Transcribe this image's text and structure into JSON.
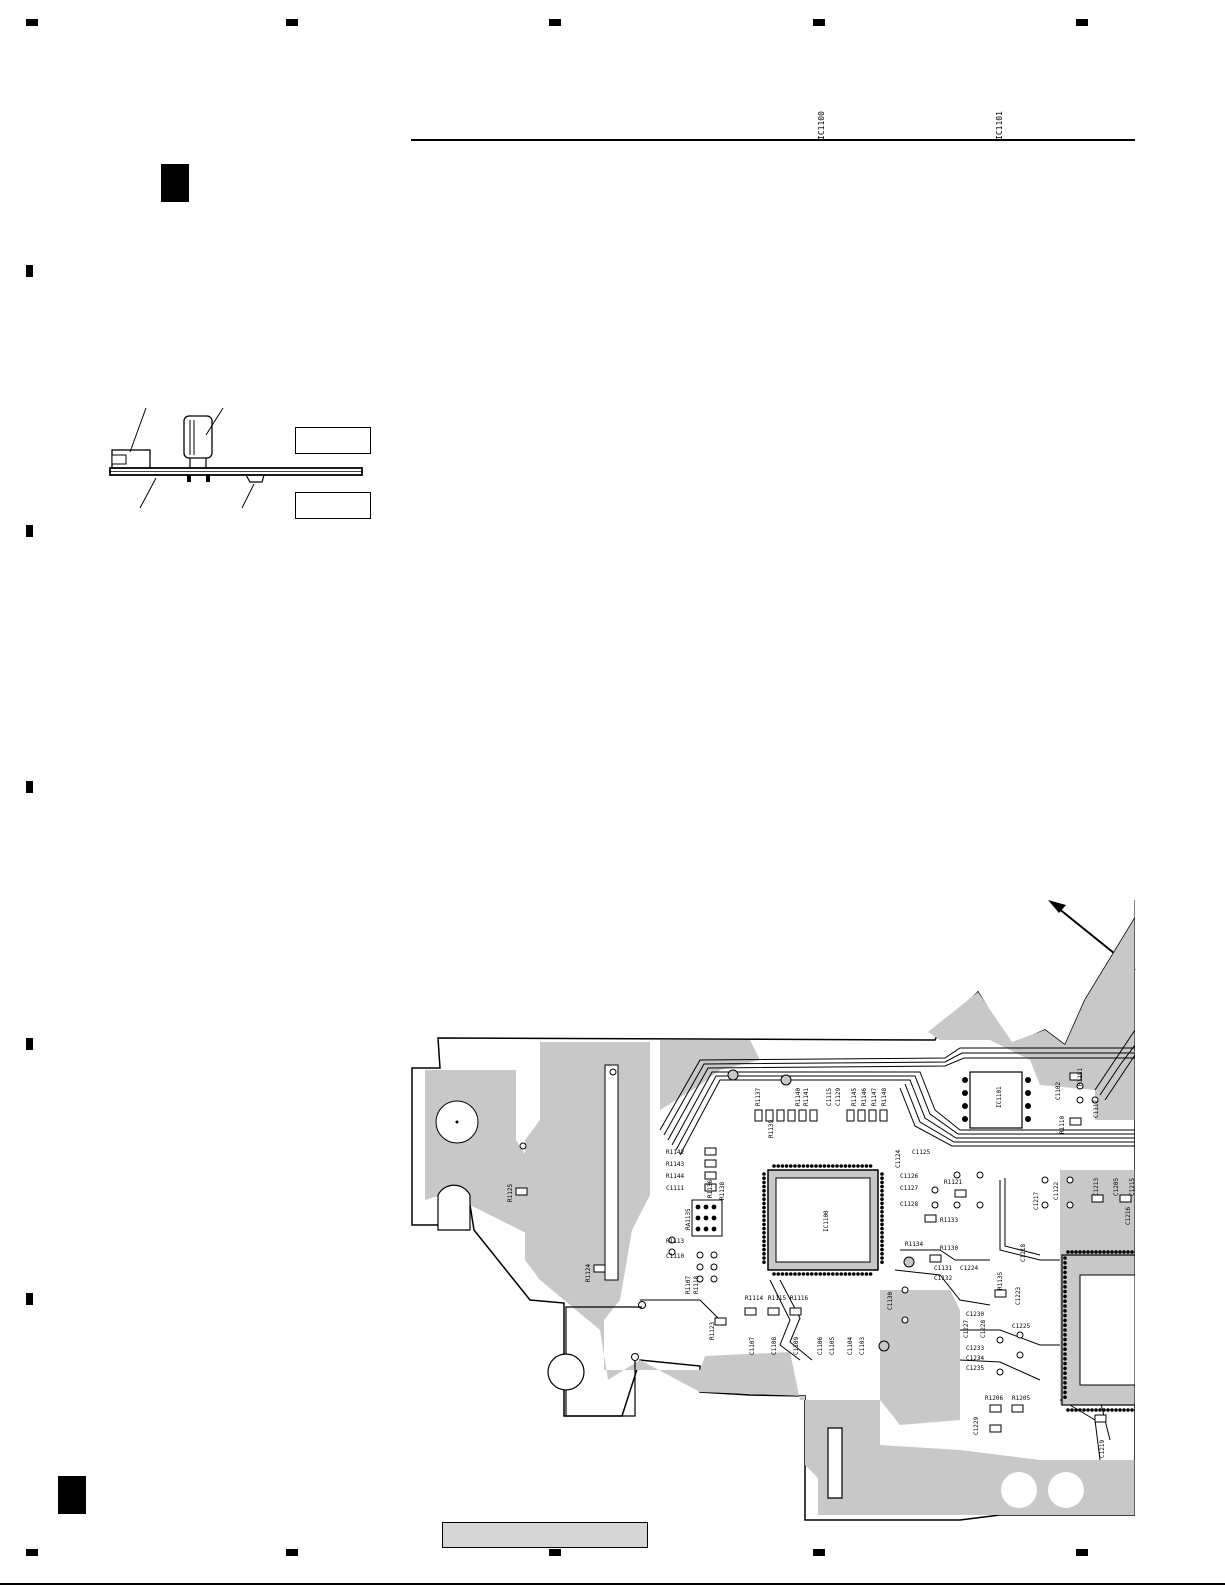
{
  "header": {
    "ic_labels": [
      "IC1100",
      "IC1101"
    ]
  },
  "pcb": {
    "component_labels": {
      "main_ic": "IC1100",
      "eeprom_ic": "IC1101",
      "upper_row": [
        "R1137",
        "R1139",
        "R1140",
        "R1141",
        "C1115",
        "C1129",
        "R1145",
        "R1146",
        "R1147",
        "R1148"
      ],
      "left_column": [
        "R1142",
        "R1143",
        "R1144",
        "C1111",
        "R1138",
        "RA1135",
        "R1136",
        "R1113",
        "C1110",
        "R1107",
        "R1118"
      ],
      "lower_row": [
        "R1114",
        "R1115",
        "R1116",
        "C1107",
        "C1108",
        "C1109",
        "C1106",
        "C1105",
        "C1104",
        "C1103",
        "R1123"
      ],
      "right_group": [
        "C1124",
        "C1125",
        "C1126",
        "C1127",
        "C1128",
        "R1121",
        "R1130",
        "C1130",
        "C1131",
        "C1132",
        "R1133",
        "R1134"
      ],
      "far_left": [
        "R1125",
        "R1124"
      ],
      "far_right": [
        "C1102",
        "R1151",
        "C1117",
        "R1110",
        "C1122",
        "C1213",
        "C1205",
        "C1215",
        "C1216",
        "C1217",
        "C1218",
        "C1219",
        "C1223",
        "R1135",
        "C1224",
        "C1225",
        "C1227",
        "C1228",
        "C1229",
        "C1230",
        "R1205",
        "R1206",
        "C1233",
        "C1234",
        "C1235"
      ]
    }
  },
  "colors": {
    "ink": "#000000",
    "copper_fill": "#c8c8c8",
    "footer_box_fill": "#d6d6d6",
    "background": "#ffffff"
  }
}
